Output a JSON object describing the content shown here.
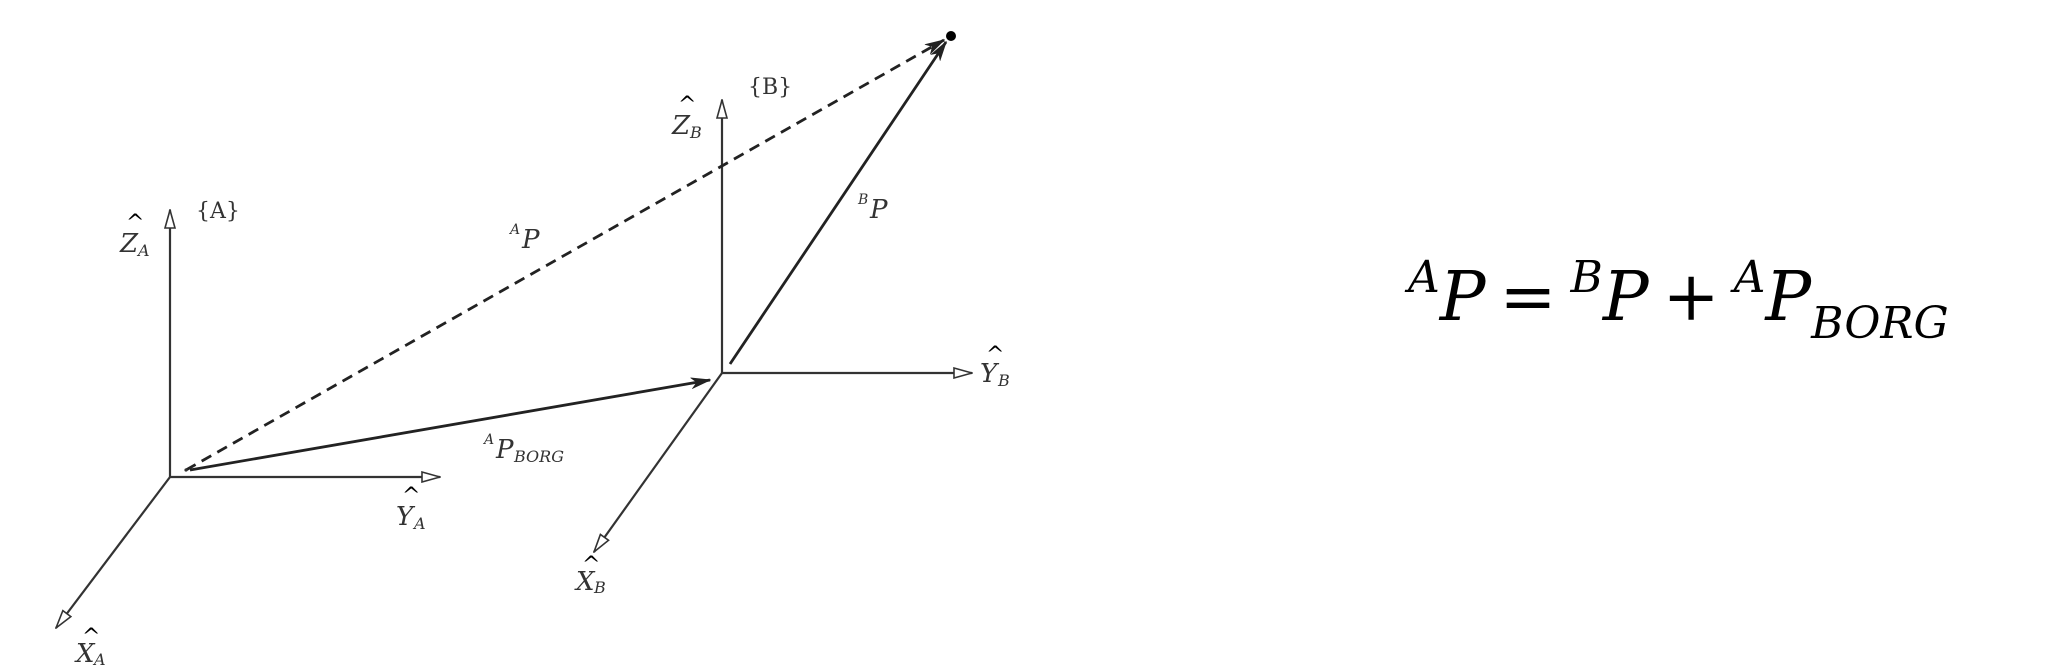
{
  "frame_a": {
    "name": "{A}",
    "x_axis": {
      "hat": "^",
      "letter": "X",
      "sub": "A"
    },
    "y_axis": {
      "hat": "^",
      "letter": "Y",
      "sub": "A"
    },
    "z_axis": {
      "hat": "^",
      "letter": "Z",
      "sub": "A"
    }
  },
  "frame_b": {
    "name": "{B}",
    "x_axis": {
      "hat": "^",
      "letter": "X",
      "sub": "B"
    },
    "y_axis": {
      "hat": "^",
      "letter": "Y",
      "sub": "B"
    },
    "z_axis": {
      "hat": "^",
      "letter": "Z",
      "sub": "B"
    }
  },
  "vectors": {
    "ap": {
      "sup": "A",
      "letter": "P"
    },
    "bp": {
      "sup": "B",
      "letter": "P"
    },
    "ap_borg": {
      "sup": "A",
      "letter": "P",
      "sub": "BORG"
    }
  },
  "equation": {
    "lhs_sup": "A",
    "lhs_letter": "P",
    "eq_sign": "=",
    "term1_sup": "B",
    "term1_letter": "P",
    "plus_sign": "+",
    "term2_sup": "A",
    "term2_letter": "P",
    "term2_sub": "BORG"
  }
}
